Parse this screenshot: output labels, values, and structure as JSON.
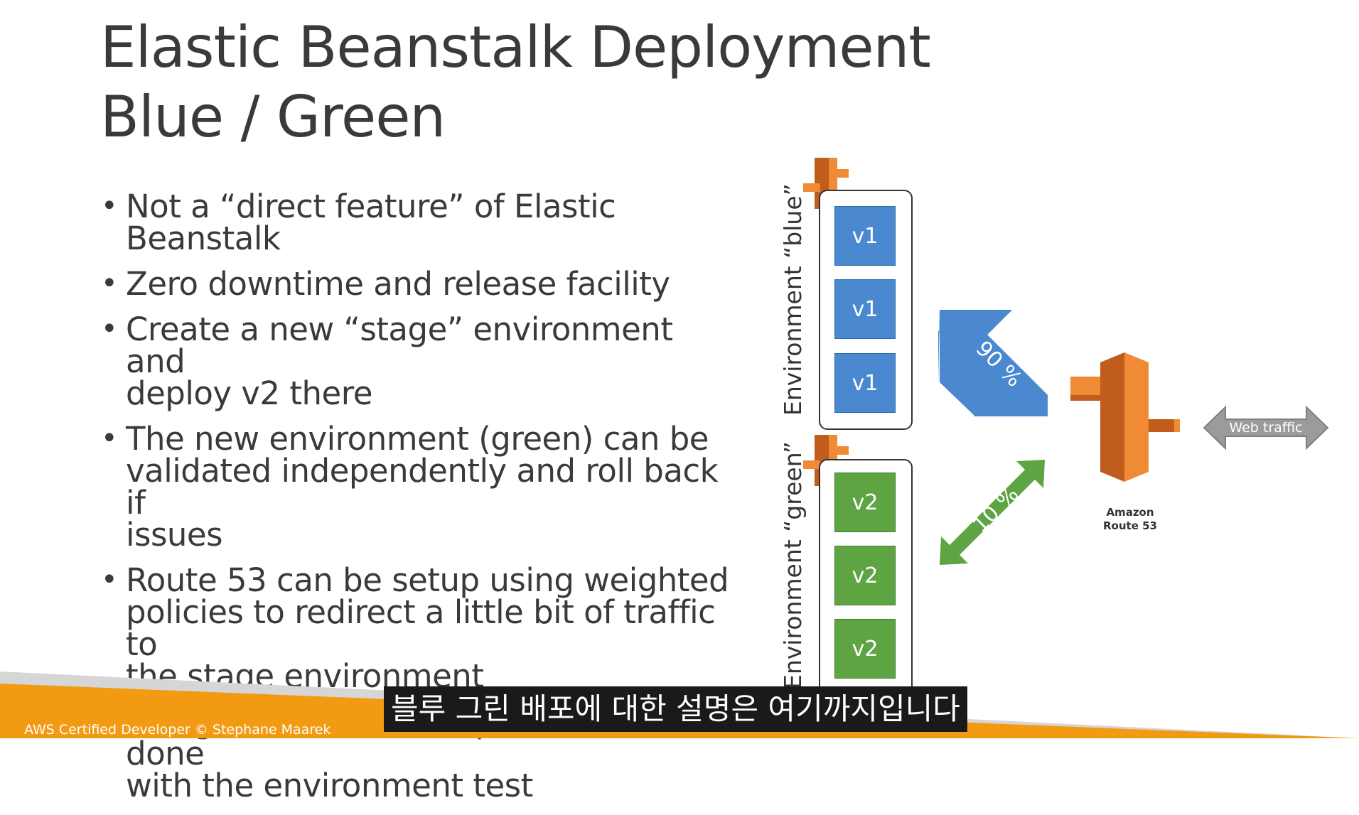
{
  "title": {
    "line1": "Elastic Beanstalk Deployment",
    "line2": "Blue / Green"
  },
  "bullets": [
    {
      "lines": [
        "Not a “direct feature” of Elastic Beanstalk"
      ]
    },
    {
      "lines": [
        "Zero downtime and release facility"
      ]
    },
    {
      "lines": [
        "Create a new “stage” environment and",
        "deploy v2 there"
      ]
    },
    {
      "lines": [
        "The new environment (green) can be",
        "validated independently and roll back if",
        "issues"
      ]
    },
    {
      "lines": [
        "Route 53 can be setup using weighted",
        "policies to redirect a little bit of traffic to",
        "the stage environment"
      ]
    },
    {
      "lines": [
        "Using Beanstalk, “swap URLs” when done",
        "with the environment test"
      ]
    }
  ],
  "diagram": {
    "blue_env": {
      "label": "Environment “blue”",
      "instances": [
        "v1",
        "v1",
        "v1"
      ]
    },
    "green_env": {
      "label": "Environment “green”",
      "instances": [
        "v2",
        "v2",
        "v2"
      ]
    },
    "weight_blue": "90 %",
    "weight_green": "10 %",
    "route53": {
      "line1": "Amazon",
      "line2": "Route 53"
    },
    "web_traffic": "Web traffic"
  },
  "colors": {
    "blue": "#4a89cf",
    "green": "#5fa442",
    "aws_orange": "#f08a34",
    "aws_orange_dark": "#c05c1c",
    "footer_orange": "#f29a12"
  },
  "footer": "AWS Certified Developer © Stephane Maarek",
  "subtitle": "블루 그린 배포에 대한 설명은 여기까지입니다"
}
